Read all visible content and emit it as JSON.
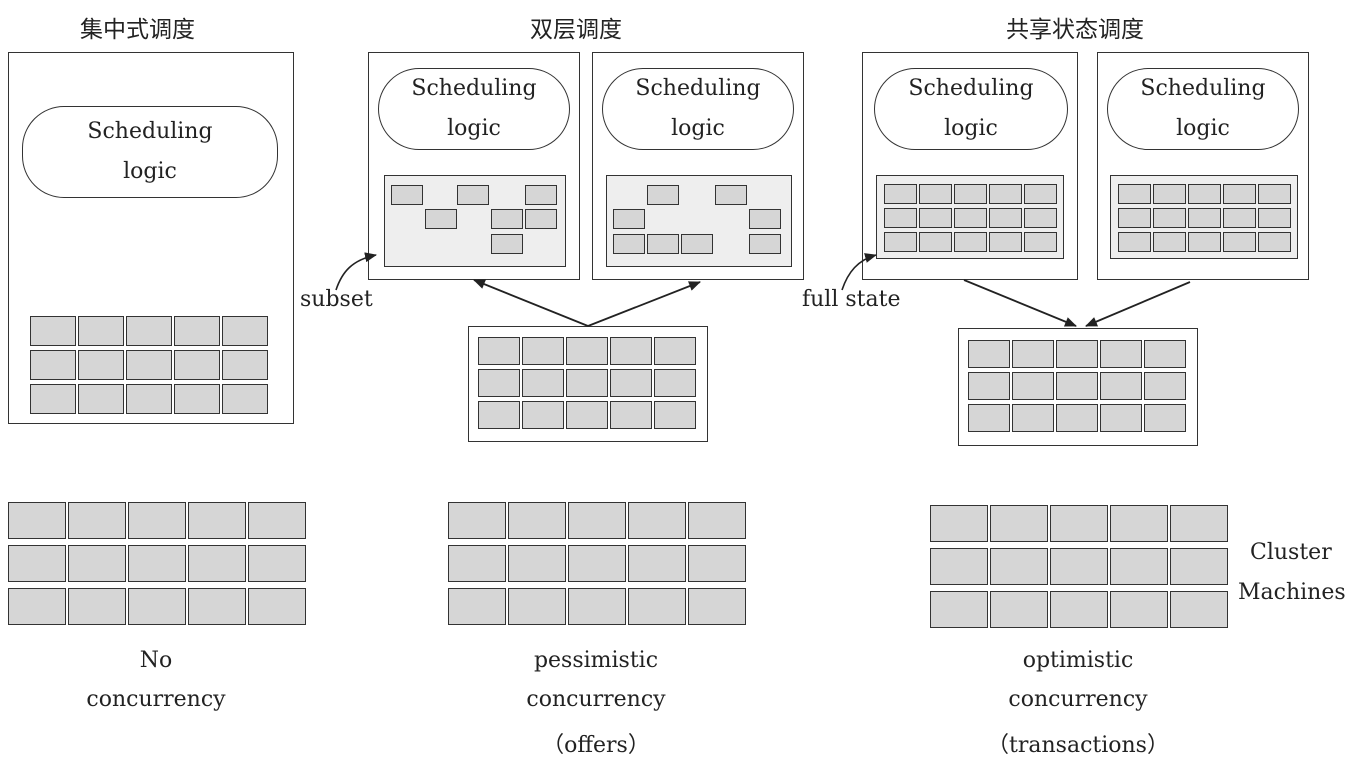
{
  "headings": {
    "centralized": "集中式调度",
    "two_level": "双层调度",
    "shared_state": "共享状态调度"
  },
  "scheduling_logic": {
    "line1": "Scheduling",
    "line2": "logic"
  },
  "annotations": {
    "subset": "subset",
    "full_state": "full state"
  },
  "cluster_label": {
    "line1": "Cluster",
    "line2": "Machines"
  },
  "captions": {
    "centralized": {
      "line1": "No",
      "line2": "concurrency"
    },
    "two_level": {
      "line1": "pessimistic",
      "line2": "concurrency",
      "line3": "（offers）"
    },
    "shared_state": {
      "line1": "optimistic",
      "line2": "concurrency",
      "line3": "（transactions）"
    }
  }
}
